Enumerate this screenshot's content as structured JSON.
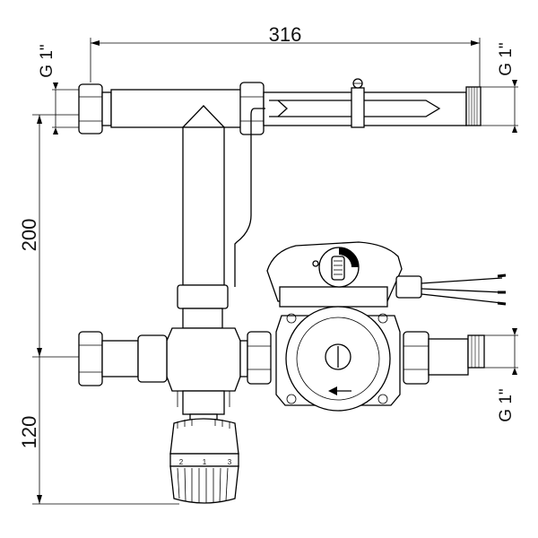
{
  "dimensions": {
    "width_top": "316",
    "height_upper": "200",
    "height_lower": "120",
    "thread_top_left": "G 1\"",
    "thread_top_right": "G 1\"",
    "thread_bottom_right": "G 1\""
  },
  "labels": {
    "knob_scale_1": "1",
    "knob_scale_2": "2",
    "knob_scale_3": "3"
  }
}
